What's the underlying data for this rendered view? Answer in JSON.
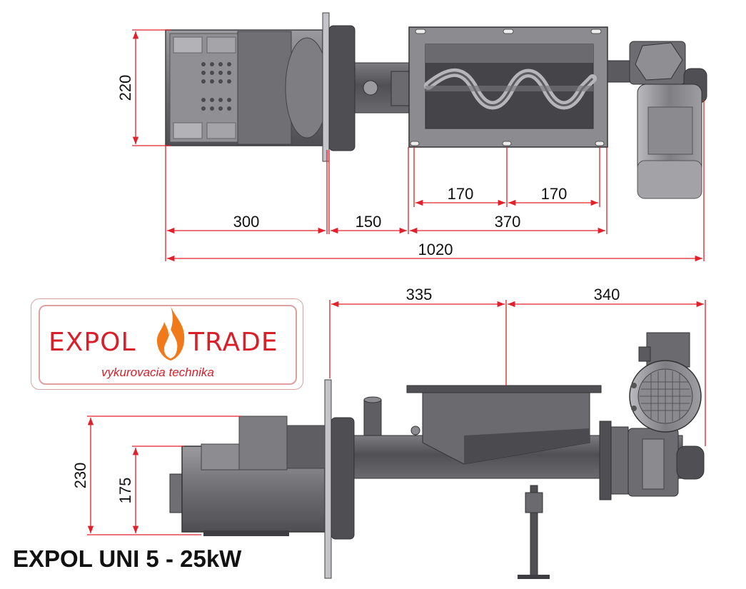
{
  "top_view": {
    "dimensions": {
      "height": "220",
      "burner_length": "300",
      "tube_length": "150",
      "hole_spacing_left": "170",
      "hole_spacing_right": "170",
      "hopper_length": "370",
      "total_length": "1020"
    }
  },
  "side_view": {
    "dimensions": {
      "hopper_to_flange": "335",
      "hopper_to_motor": "340",
      "burner_height": "230",
      "burner_body_height": "175"
    }
  },
  "logo": {
    "word_left": "EXPOL",
    "word_right": "TRADE",
    "tagline": "vykurovacia technika",
    "brand_color": "#d81f2a",
    "flame_color": "#f07a1a"
  },
  "caption": "EXPOL UNI 5 - 25kW",
  "colors": {
    "dimension_line": "#e0202a",
    "machine_dark": "#5a5a5e",
    "machine_mid": "#7b7b80",
    "machine_light": "#a8a8ad"
  }
}
